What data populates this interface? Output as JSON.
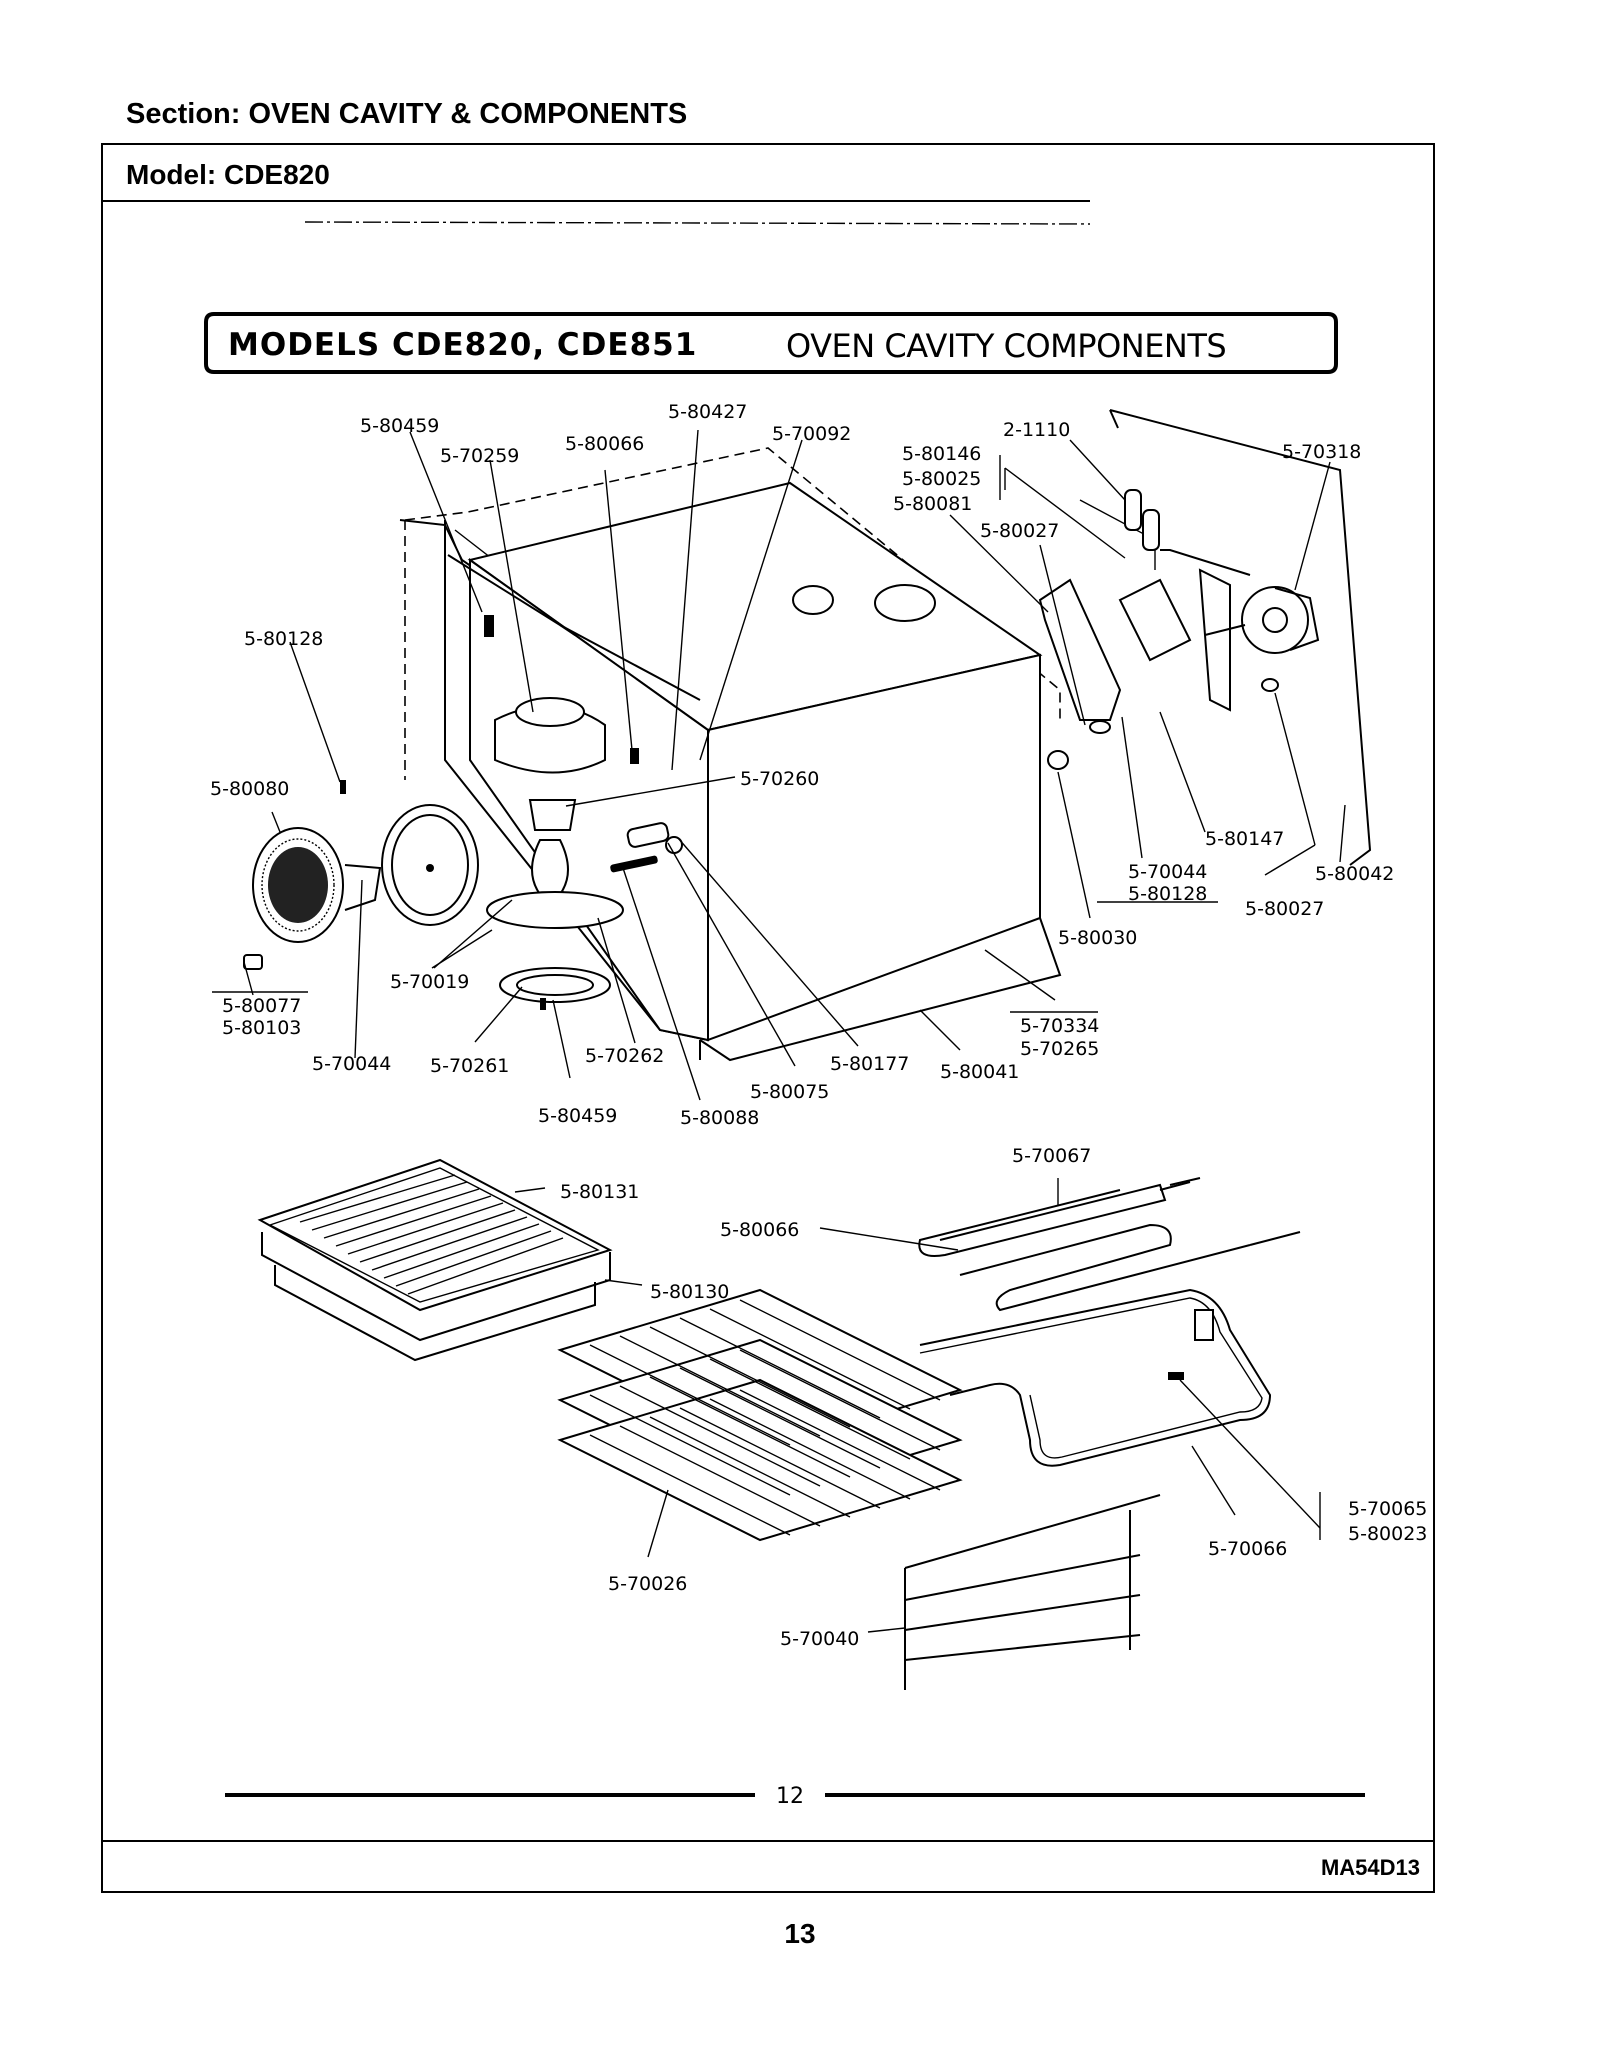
{
  "header": {
    "section": "Section:  OVEN CAVITY & COMPONENTS",
    "model": "Model:  CDE820"
  },
  "diagram": {
    "banner_left": "MODELS CDE820, CDE851",
    "banner_right": "OVEN CAVITY COMPONENTS",
    "part_labels": [
      "5-80459",
      "5-70259",
      "5-80066",
      "5-80427",
      "5-70092",
      "5-80146",
      "5-80025",
      "5-80081",
      "2-1110",
      "5-80027",
      "5-70318",
      "5-80128",
      "5-80080",
      "5-70260",
      "5-80147",
      "5-70044",
      "5-80128",
      "5-80042",
      "5-80027",
      "5-80030",
      "5-70019",
      "5-80077",
      "5-80103",
      "5-70044",
      "5-70261",
      "5-70262",
      "5-80177",
      "5-80041",
      "5-70334",
      "5-70265",
      "5-80075",
      "5-80459",
      "5-80088",
      "5-70067",
      "5-80131",
      "5-80066",
      "5-80130",
      "5-70026",
      "5-70040",
      "5-70066",
      "5-70065",
      "5-80023"
    ],
    "inner_page_number": "12"
  },
  "footer": {
    "doc_code": "MA54D13",
    "page_number": "13"
  }
}
